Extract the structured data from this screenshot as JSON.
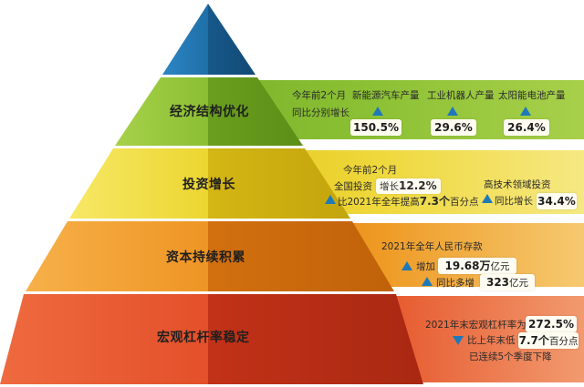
{
  "colors": {
    "apex": "#1e6fa8",
    "green": "#8bc034",
    "yellow": "#efd83c",
    "orange": "#ee9a24",
    "red": "#e6562b",
    "indicator_blue": "#1e79b8"
  },
  "tiers": {
    "structure": {
      "title": "经济结构优化",
      "period": "今年前2个月",
      "period_note": "同比分别增长",
      "items": [
        {
          "label": "新能源汽车产量",
          "value": "150.5%",
          "icon": "up-triangle-icon"
        },
        {
          "label": "工业机器人产量",
          "value": "29.6%",
          "icon": "up-triangle-icon"
        },
        {
          "label": "太阳能电池产量",
          "value": "26.4%",
          "icon": "up-triangle-icon"
        }
      ]
    },
    "investment": {
      "title": "投资增长",
      "period": "今年前2个月",
      "national_label": "全国投资",
      "growth_label": "增长",
      "growth_value": "12.2%",
      "compare_prefix": "比2021年全年提高",
      "compare_value": "7.3个",
      "compare_suffix": "百分点",
      "hightech_label": "高技术领域投资",
      "hightech_growth_label": "同比增长",
      "hightech_value": "34.4%",
      "icon": "up-triangle-icon"
    },
    "capital": {
      "title": "资本持续积累",
      "heading": "2021年全年人民币存款",
      "increase_label": "增加",
      "increase_value": "19.68万",
      "increase_unit": "亿元",
      "more_label": "同比多增",
      "more_value": "323",
      "more_unit": "亿元",
      "icon": "up-triangle-icon"
    },
    "leverage": {
      "title": "宏观杠杆率稳定",
      "heading": "2021年末宏观杠杆率为",
      "heading_value": "272.5%",
      "compare_label": "比上年末低",
      "compare_value": "7.7个",
      "compare_unit": "百分点",
      "footnote": "已连续5个季度下降",
      "icon": "down-triangle-icon"
    }
  }
}
